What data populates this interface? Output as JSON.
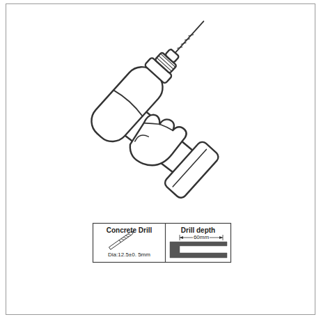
{
  "diagram": {
    "nodes": [
      {
        "text": [
          "Concrete Drill",
          "Dia:12.5±0. 5mm"
        ]
      },
      {
        "text": [
          "Drill depth"
        ]
      }
    ],
    "labels": [
      "60mm"
    ]
  }
}
